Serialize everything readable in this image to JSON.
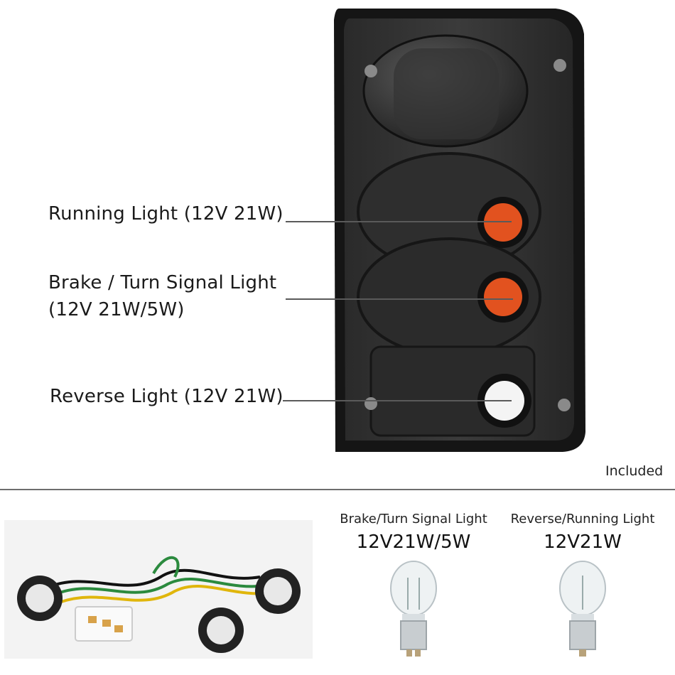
{
  "callouts": {
    "running": "Running Light (12V 21W)",
    "brake_line1": "Brake / Turn Signal Light",
    "brake_line2": "(12V 21W/5W)",
    "reverse": "Reverse Light (12V 21W)"
  },
  "included_label": "Included",
  "bulbs": [
    {
      "caption": "Brake/Turn Signal Light",
      "spec": "12V21W/5W"
    },
    {
      "caption": "Reverse/Running Light",
      "spec": "12V21W"
    }
  ],
  "colors": {
    "housing": "#1e1e1e",
    "amber_socket": "#e2521f",
    "leader_line": "#5a5a5a"
  }
}
